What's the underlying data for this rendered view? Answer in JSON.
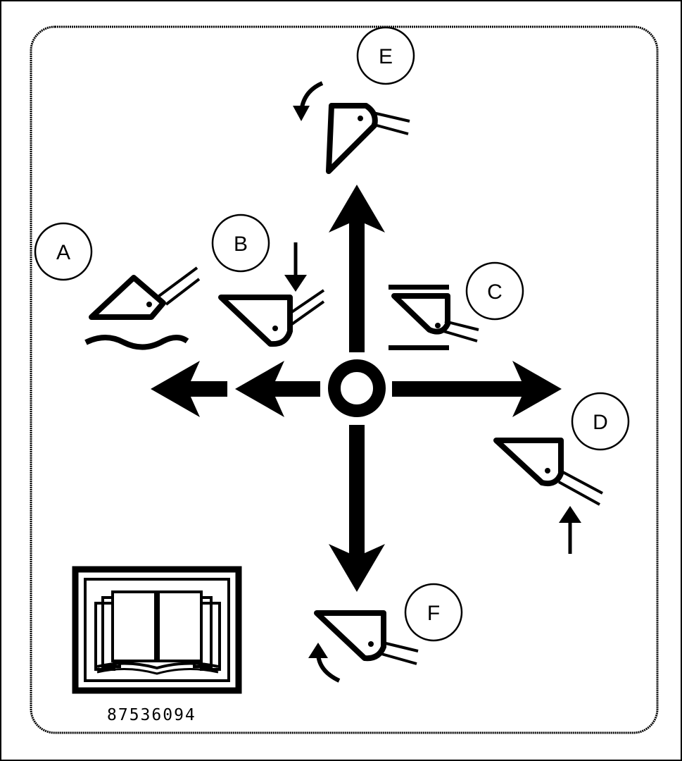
{
  "labels": {
    "a": "A",
    "b": "B",
    "c": "C",
    "d": "D",
    "e": "E",
    "f": "F"
  },
  "part_number": "87536094",
  "icons": {
    "manual": "open-book-icon",
    "control": "joystick-pattern"
  },
  "colors": {
    "ink": "#000000",
    "paper": "#ffffff"
  }
}
